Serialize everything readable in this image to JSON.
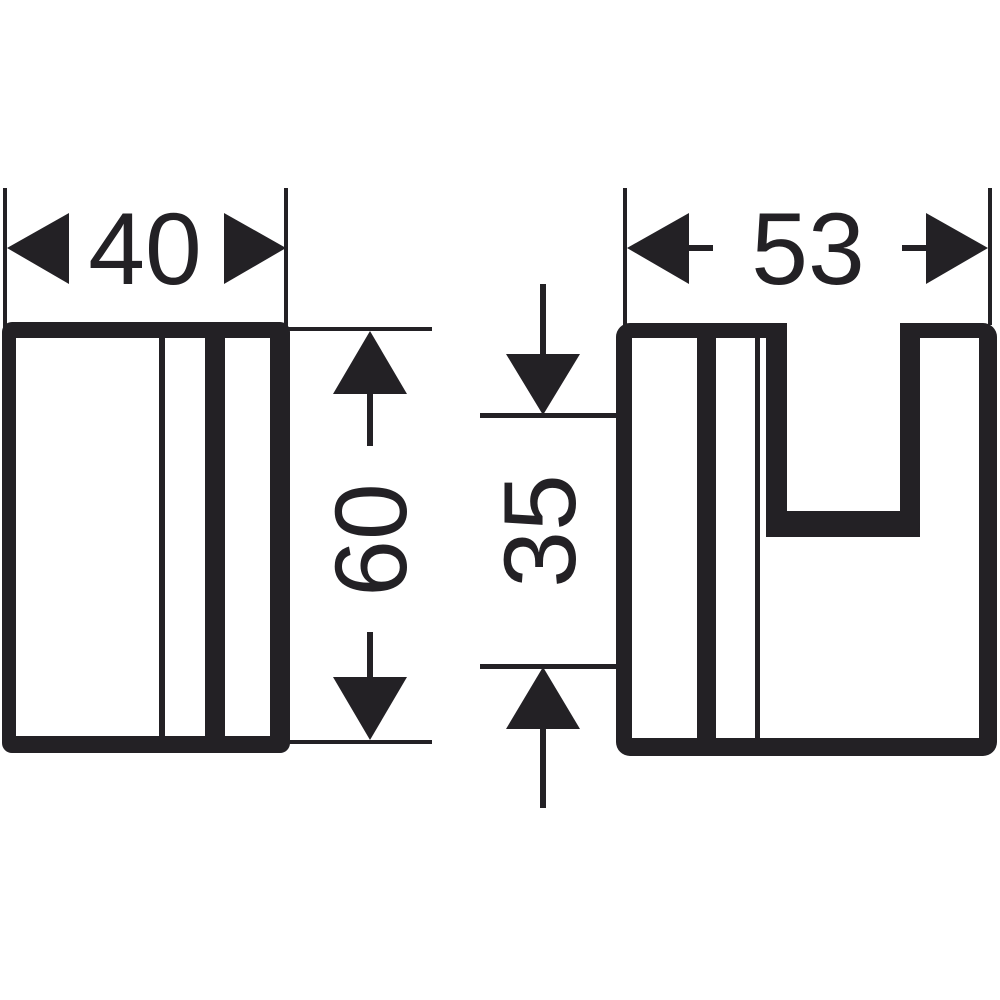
{
  "page": {
    "background_color": "#ffffff",
    "ink_color": "#232125",
    "description": "Technical dimension drawing of a wall hook, two orthographic views"
  },
  "views": {
    "front": {
      "name": "front-view"
    },
    "side": {
      "name": "side-view"
    }
  },
  "dimensions": {
    "front_width": "40",
    "front_height": "60",
    "side_depth": "53",
    "side_offset": "35"
  }
}
